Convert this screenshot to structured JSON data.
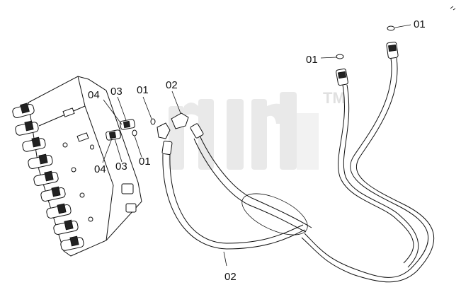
{
  "watermark": {
    "mark": "TM"
  },
  "callouts": [
    {
      "id": "c01-top-right",
      "text": "01"
    },
    {
      "id": "c01-mid",
      "text": "01"
    },
    {
      "id": "c02-top",
      "text": "02"
    },
    {
      "id": "c02-bottom",
      "text": "02"
    },
    {
      "id": "c04-upper",
      "text": "04"
    },
    {
      "id": "c03-upper",
      "text": "03"
    },
    {
      "id": "c01-upper-left",
      "text": "01"
    },
    {
      "id": "c04-lower",
      "text": "04"
    },
    {
      "id": "c03-lower",
      "text": "03"
    },
    {
      "id": "c01-lower-left",
      "text": "01"
    }
  ],
  "colors": {
    "ink": "#111111",
    "watermark": "#d8d8d8"
  }
}
